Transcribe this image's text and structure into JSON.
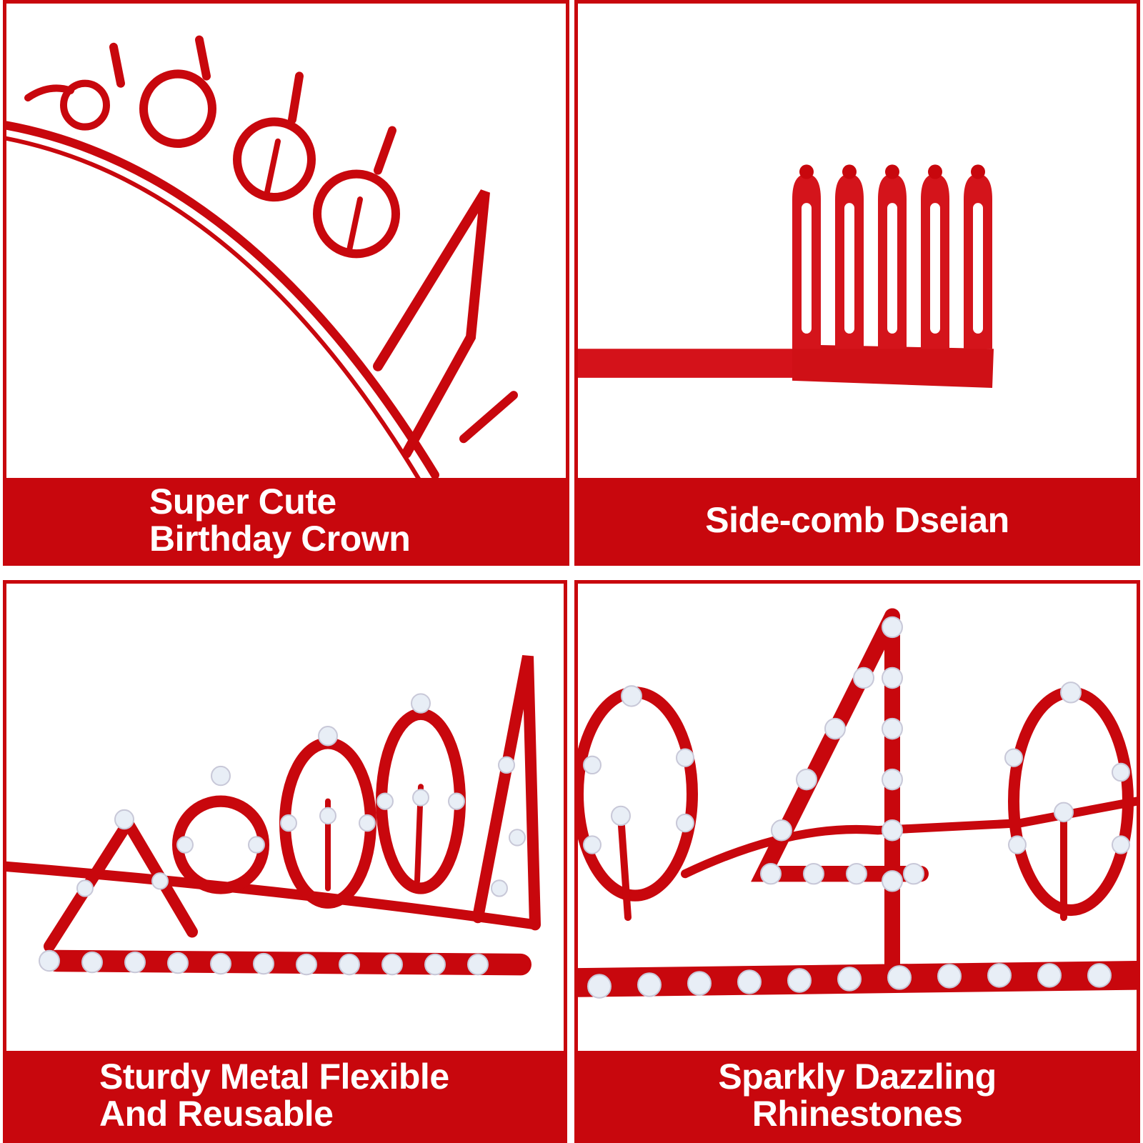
{
  "colors": {
    "accent": "#c8070d",
    "caption_text": "#ffffff",
    "background": "#ffffff"
  },
  "panels": [
    {
      "caption": [
        "Super Cute",
        "Birthday Crown"
      ],
      "image": "red-tiara-closeup"
    },
    {
      "caption": [
        "Side-comb Dseian"
      ],
      "image": "red-side-comb"
    },
    {
      "caption": [
        "Sturdy Metal Flexible",
        "And Reusable"
      ],
      "image": "rhinestone-tiara-side"
    },
    {
      "caption": [
        "Sparkly Dazzling",
        "Rhinestones"
      ],
      "image": "rhinestone-tiara-number"
    }
  ]
}
